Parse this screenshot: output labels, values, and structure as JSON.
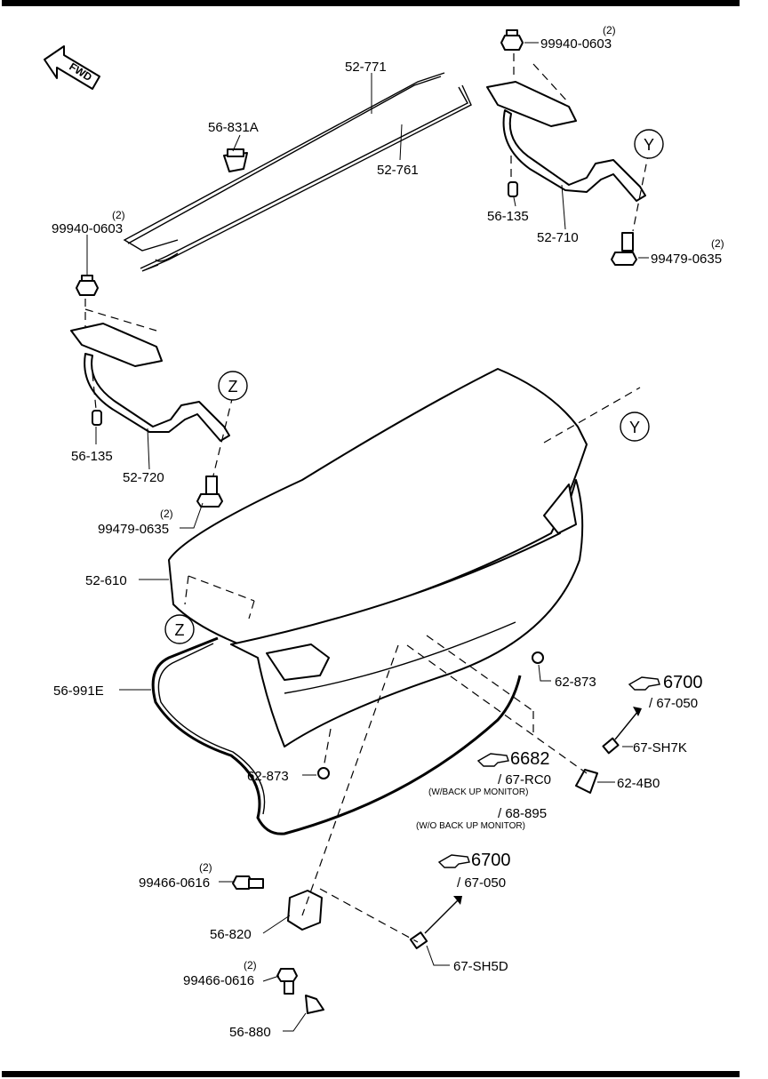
{
  "fwd_label": "FWD",
  "parts": {
    "nut_top": {
      "qty": "(2)",
      "code": "99940-0603"
    },
    "wire_771": "52-771",
    "cap_831": "56-831A",
    "wire_761": "52-761",
    "nut_left": {
      "qty": "(2)",
      "code": "99940-0603"
    },
    "grommet_135_r": "56-135",
    "hinge_710": "52-710",
    "bolt_right": {
      "qty": "(2)",
      "code": "99479-0635"
    },
    "grommet_135_l": "56-135",
    "hinge_720": "52-720",
    "bolt_left": {
      "qty": "(2)",
      "code": "99479-0635"
    },
    "lid_610": "52-610",
    "seal_991": "56-991E",
    "clip_873_r": "62-873",
    "clip_873_l": "62-873",
    "bolt_616_a": {
      "qty": "(2)",
      "code": "99466-0616"
    },
    "latch_820": "56-820",
    "bolt_616_b": {
      "qty": "(2)",
      "code": "99466-0616"
    },
    "striker_880": "56-880",
    "switch_sh7k": "67-SH7K",
    "bracket_4b0": "62-4B0",
    "switch_sh5d": "67-SH5D"
  },
  "refs": {
    "ref_6700_a": {
      "fig": "6700",
      "sub": "/ 67-050"
    },
    "ref_6682": {
      "fig": "6682",
      "sub1": "/ 67-RC0",
      "note1": "(W/BACK UP MONITOR)",
      "sub2": "/ 68-895",
      "note2": "(W/O BACK UP MONITOR)"
    },
    "ref_6700_b": {
      "fig": "6700",
      "sub": "/ 67-050"
    }
  },
  "markers": {
    "y": "Y",
    "z": "Z"
  }
}
